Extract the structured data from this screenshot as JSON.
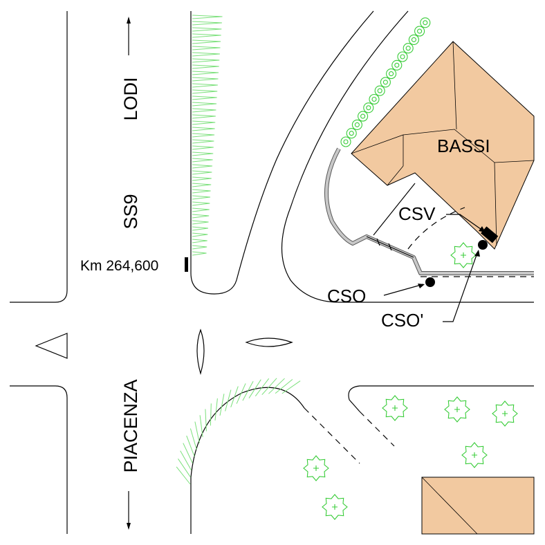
{
  "labels": {
    "north_direction": "LODI",
    "road_code": "SS9",
    "south_direction": "PIACENZA",
    "kilometer_marker": "Km 264,600",
    "building_name": "BASSI",
    "point_csv": "CSV",
    "point_cso": "CSO",
    "point_cso_prime": "CSO'"
  },
  "colors": {
    "building_fill": "#f2c9a0",
    "vegetation": "#38cc38",
    "grass_hatch": "#7be07b",
    "sidewalk": "#c8c8c8"
  },
  "icons": {
    "north_arrow": "arrow-up-icon",
    "south_arrow": "arrow-down-icon",
    "measurement_point": "filled-circle-icon",
    "km_marker": "vertical-bar-icon"
  }
}
